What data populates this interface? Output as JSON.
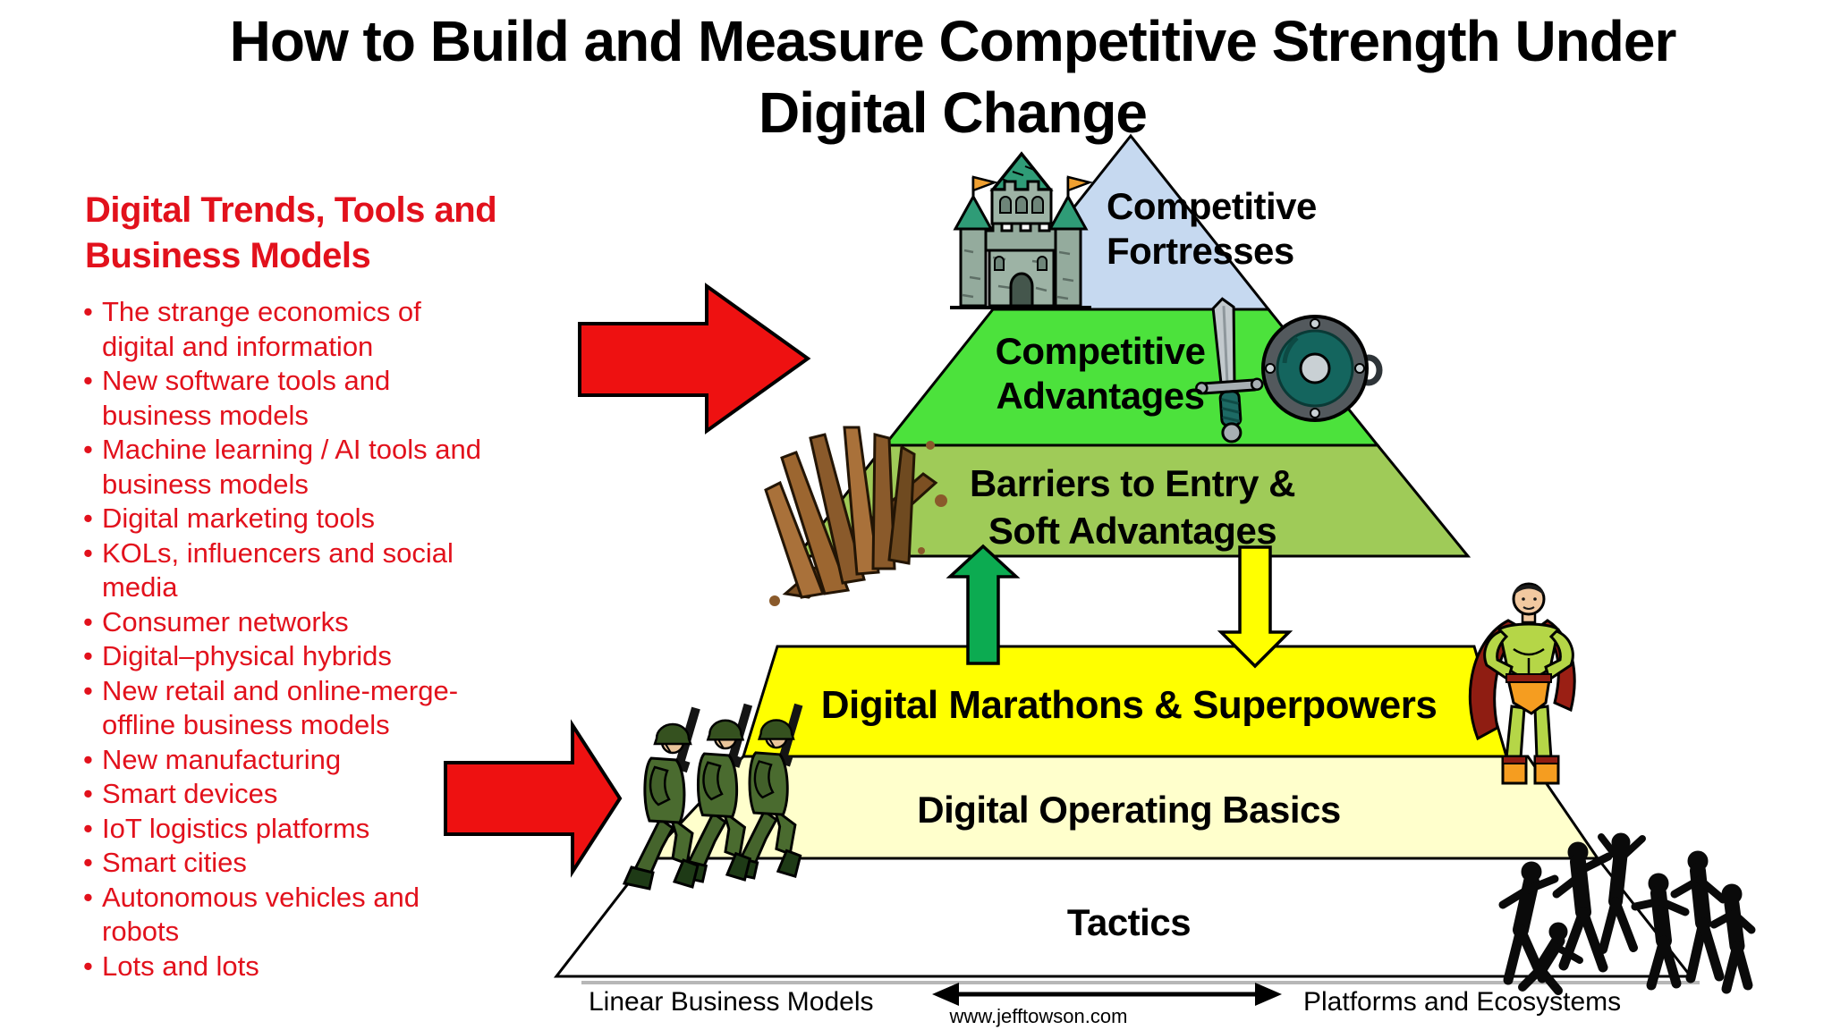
{
  "slide": {
    "title": "How to Build and Measure Competitive Strength Under Digital Change",
    "title_lines": [
      "How to Build and Measure Competitive Strength Under",
      "Digital Change"
    ]
  },
  "left_panel": {
    "heading": "Digital Trends, Tools and Business Models",
    "heading_lines": [
      "Digital Trends, Tools and",
      "Business Models"
    ],
    "bullets": [
      "The strange economics of digital and information",
      "New software tools and business models",
      "Machine learning / AI tools and business models",
      "Digital marketing tools",
      "KOLs, influencers and social media",
      "Consumer networks",
      "Digital–physical hybrids",
      "New retail and online-merge-offline business models",
      "New manufacturing",
      "Smart devices",
      "IoT logistics platforms",
      "Smart cities",
      "Autonomous vehicles and robots",
      "Lots and lots"
    ]
  },
  "pyramid": {
    "layers": [
      {
        "label": "Competitive Fortresses",
        "lines": [
          "Competitive",
          "Fortresses"
        ],
        "color": "#c6d9f0"
      },
      {
        "label": "Competitive Advantages",
        "lines": [
          "Competitive",
          "Advantages"
        ],
        "color": "#4ce23c"
      },
      {
        "label": "Barriers to Entry & Soft Advantages",
        "lines": [
          "Barriers to Entry &",
          "Soft Advantages"
        ],
        "color": "#9fcb58"
      },
      {
        "label": "Digital Marathons & Superpowers",
        "lines": [
          "Digital Marathons & Superpowers"
        ],
        "color": "#ffff00"
      },
      {
        "label": "Digital Operating Basics",
        "lines": [
          "Digital Operating Basics"
        ],
        "color": "#ffffcc"
      },
      {
        "label": "Tactics",
        "lines": [
          "Tactics"
        ],
        "color": "#ffffff"
      }
    ]
  },
  "footer": {
    "left_label": "Linear Business Models",
    "right_label": "Platforms and Ecosystems",
    "website": "www.jefftowson.com"
  },
  "icons": {
    "castle": "castle-icon",
    "sword": "sword-icon",
    "shield": "shield-icon",
    "spikes": "wooden-spikes-icon",
    "soldiers": "marching-soldiers-icon",
    "superhero": "superhero-icon",
    "crowd": "fighting-crowd-icon",
    "red_arrows": "red-arrow-icon",
    "up_arrow": "green-up-arrow-icon",
    "down_arrow": "yellow-down-arrow-icon",
    "axis_arrow": "double-headed-arrow-icon"
  },
  "colors": {
    "red_text": "#e2111c",
    "arrow_red": "#ee1111",
    "green_arrow": "#0cab51",
    "yellow_arrow": "#ffff00",
    "blue_layer": "#c6d9f0",
    "green_layer": "#4ce23c",
    "olive_layer": "#9fcb58",
    "yellow_layer": "#ffff00",
    "cream_layer": "#ffffcc",
    "white_layer": "#ffffff"
  }
}
